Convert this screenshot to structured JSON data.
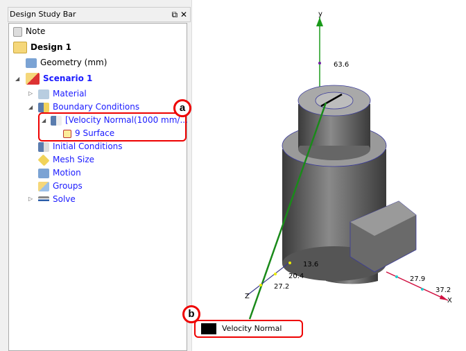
{
  "panel": {
    "title": "Design Study Bar",
    "restore_icon": "restore-icon",
    "close_icon": "close-icon"
  },
  "tree": [
    {
      "label": "Note",
      "icon": "note-icon"
    },
    {
      "label": "Design 1",
      "icon": "design-folder-icon"
    },
    {
      "label": "Geometry (mm)",
      "icon": "geometry-icon"
    },
    {
      "label": "Scenario 1",
      "icon": "scenario-folder-icon"
    },
    {
      "label": "Material",
      "icon": "material-icon"
    },
    {
      "label": "Boundary Conditions",
      "icon": "boundary-conditions-icon"
    },
    {
      "label": "[Velocity Normal(1000 mm/...",
      "icon": "velocity-bc-icon"
    },
    {
      "label": "9 Surface",
      "icon": "surface-icon"
    },
    {
      "label": "Initial Conditions",
      "icon": "initial-conditions-icon"
    },
    {
      "label": "Mesh Size",
      "icon": "mesh-size-icon"
    },
    {
      "label": "Motion",
      "icon": "motion-icon"
    },
    {
      "label": "Groups",
      "icon": "groups-icon"
    },
    {
      "label": "Solve",
      "icon": "solve-icon"
    }
  ],
  "callouts": {
    "a": "a",
    "b": "b"
  },
  "axes": {
    "y_label": "y",
    "x_label": "X",
    "z_label": "Z",
    "y_tick": "63.6",
    "z_ticks": [
      "13.6",
      "20.4",
      "27.2"
    ],
    "x_ticks": [
      "27.9",
      "37.2"
    ]
  },
  "legend": {
    "label": "Velocity Normal",
    "color": "#000000"
  }
}
